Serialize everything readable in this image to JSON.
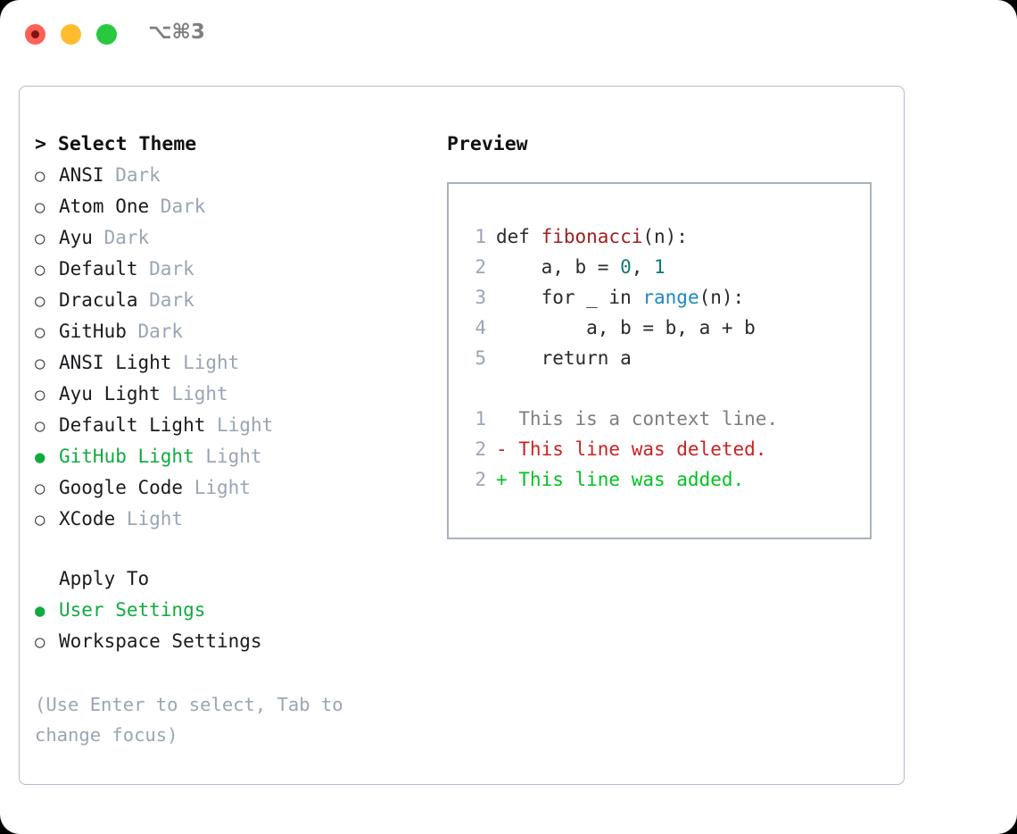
{
  "window": {
    "shortcut_title": "⌥⌘3",
    "traffic_lights": [
      "close-red",
      "minimize-amber",
      "zoom-green"
    ]
  },
  "theme_picker": {
    "heading": "> Select Theme",
    "options": [
      {
        "marker": "○",
        "name": "ANSI",
        "suffix": " Dark",
        "selected": false
      },
      {
        "marker": "○",
        "name": "Atom One",
        "suffix": " Dark",
        "selected": false
      },
      {
        "marker": "○",
        "name": "Ayu",
        "suffix": " Dark",
        "selected": false
      },
      {
        "marker": "○",
        "name": "Default",
        "suffix": " Dark",
        "selected": false
      },
      {
        "marker": "○",
        "name": "Dracula",
        "suffix": " Dark",
        "selected": false
      },
      {
        "marker": "○",
        "name": "GitHub",
        "suffix": " Dark",
        "selected": false
      },
      {
        "marker": "○",
        "name": "ANSI Light",
        "suffix": " Light",
        "selected": false
      },
      {
        "marker": "○",
        "name": "Ayu Light",
        "suffix": " Light",
        "selected": false
      },
      {
        "marker": "○",
        "name": "Default Light",
        "suffix": " Light",
        "selected": false
      },
      {
        "marker": "●",
        "name": "GitHub Light",
        "suffix": " Light",
        "selected": true
      },
      {
        "marker": "○",
        "name": "Google Code",
        "suffix": " Light",
        "selected": false
      },
      {
        "marker": "○",
        "name": "XCode",
        "suffix": " Light",
        "selected": false
      }
    ]
  },
  "apply_to": {
    "heading": "Apply To",
    "options": [
      {
        "marker": "●",
        "name": "User Settings",
        "selected": true
      },
      {
        "marker": "○",
        "name": "Workspace Settings",
        "selected": false
      }
    ]
  },
  "hint": "(Use Enter to select, Tab to change focus)",
  "preview": {
    "title": "Preview",
    "code_lines": [
      {
        "no": "1",
        "segments": [
          {
            "t": "def ",
            "c": "plain"
          },
          {
            "t": "fibonacci",
            "c": "fn"
          },
          {
            "t": "(n):",
            "c": "plain"
          }
        ]
      },
      {
        "no": "2",
        "segments": [
          {
            "t": "    a, b = ",
            "c": "plain"
          },
          {
            "t": "0",
            "c": "num"
          },
          {
            "t": ", ",
            "c": "plain"
          },
          {
            "t": "1",
            "c": "num"
          }
        ]
      },
      {
        "no": "3",
        "segments": [
          {
            "t": "    for _ in ",
            "c": "plain"
          },
          {
            "t": "range",
            "c": "call"
          },
          {
            "t": "(n):",
            "c": "plain"
          }
        ]
      },
      {
        "no": "4",
        "segments": [
          {
            "t": "        a, b = b, a + b",
            "c": "plain"
          }
        ]
      },
      {
        "no": "5",
        "segments": [
          {
            "t": "    return a",
            "c": "plain"
          }
        ]
      }
    ],
    "diff_lines": [
      {
        "no": "1",
        "text": "  This is a context line.",
        "kind": "ctx"
      },
      {
        "no": "2",
        "text": "- This line was deleted.",
        "kind": "del"
      },
      {
        "no": "2",
        "text": "+ This line was added.",
        "kind": "add"
      }
    ]
  },
  "colors": {
    "accent_green": "#10ab3f",
    "muted_blue_grey": "#9aa5b4",
    "diff_deleted": "#cc2222",
    "diff_added": "#00c221",
    "token_function": "#a31f1f",
    "token_number": "#0d7a76",
    "token_call": "#1b8bbf",
    "border": "#a8b2c0"
  }
}
